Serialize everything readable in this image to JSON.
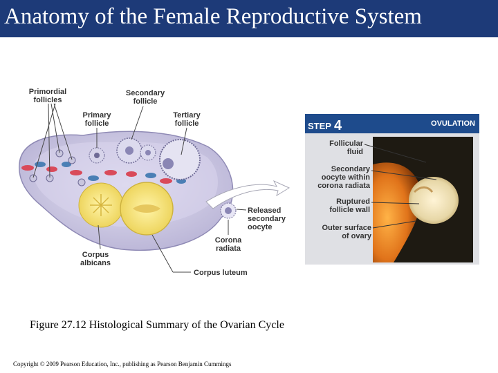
{
  "title": "Anatomy of the Female Reproductive System",
  "diagram": {
    "labels": {
      "primordial": "Primordial\nfollicles",
      "secondary": "Secondary\nfollicle",
      "primary": "Primary\nfollicle",
      "tertiary": "Tertiary\nfollicle",
      "released": "Released\nsecondary\noocyte",
      "corona": "Corona\nradiata",
      "albicans": "Corpus\nalbicans",
      "luteum": "Corpus luteum"
    }
  },
  "panel": {
    "step_word": "STEP",
    "step_number": "4",
    "heading": "OVULATION",
    "labels": {
      "fluid": "Follicular\nfluid",
      "oocyte": "Secondary\noocyte within\ncorona radiata",
      "wall": "Ruptured\nfollicle wall",
      "surface": "Outer surface\nof ovary"
    }
  },
  "caption": "Figure 27.12 Histological Summary of the Ovarian Cycle",
  "copyright": "Copyright © 2009 Pearson Education, Inc., publishing as Pearson Benjamin Cummings",
  "colors": {
    "title_bar": "#1d3a78",
    "panel_header": "#1e4b8c",
    "ovary_tissue": "#c7c3e0",
    "corpus": "#f6e27a"
  }
}
